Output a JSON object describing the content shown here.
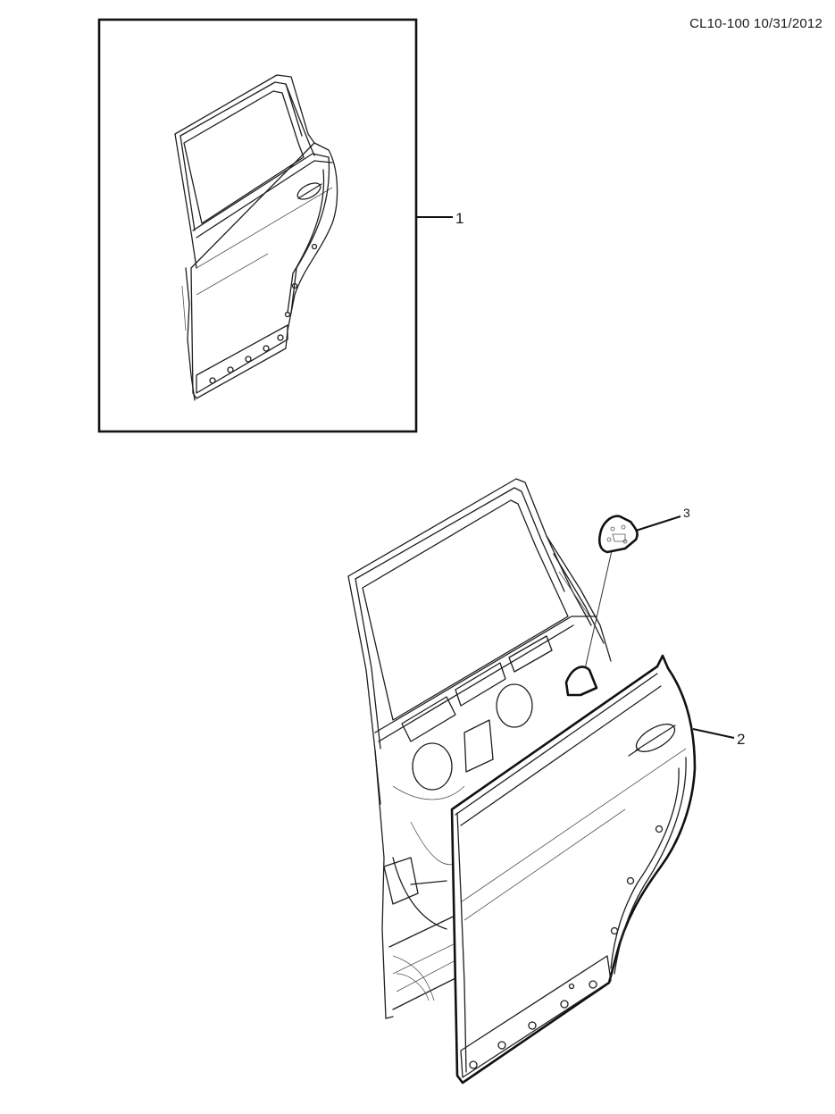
{
  "header": {
    "doc_code": "CL10-100 10/31/2012"
  },
  "callouts": [
    {
      "id": "1"
    },
    {
      "id": "2"
    },
    {
      "id": "3"
    }
  ]
}
